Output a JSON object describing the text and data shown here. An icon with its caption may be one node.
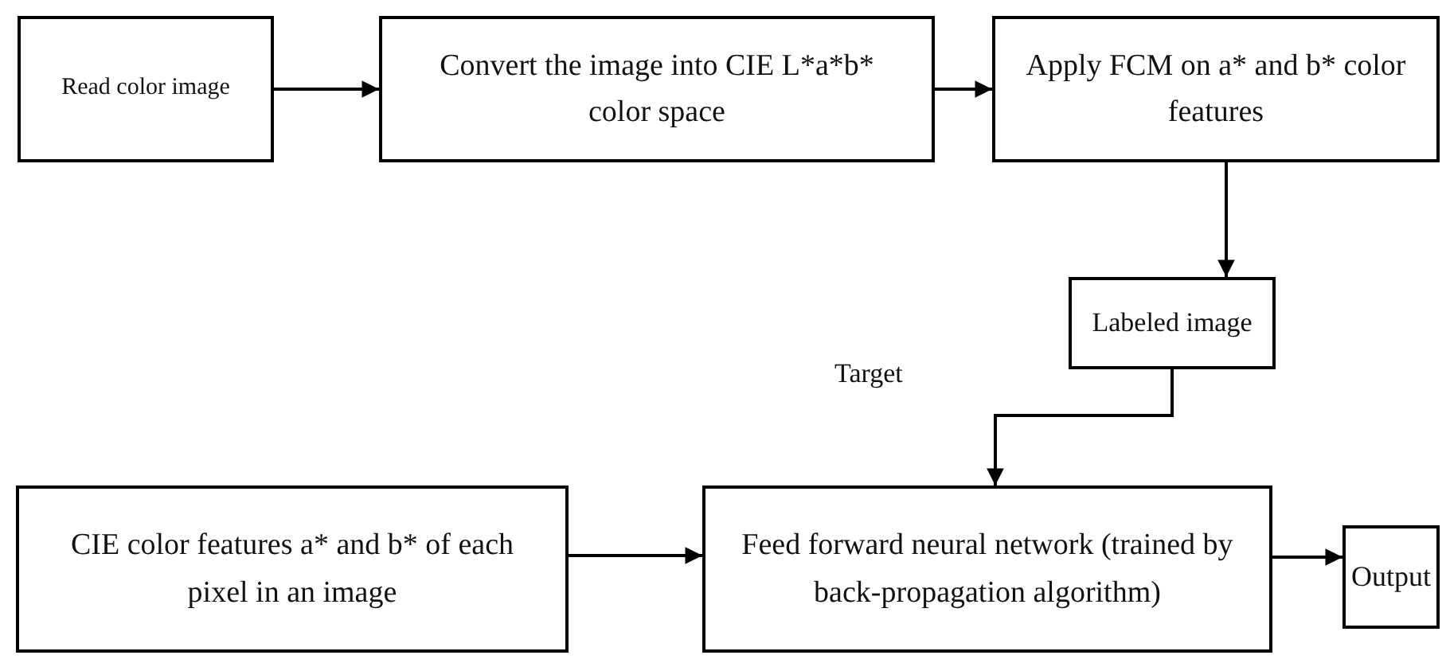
{
  "diagram": {
    "nodes": [
      {
        "text": [
          "Read color image"
        ]
      },
      {
        "text": [
          "Convert the image into CIE L*a*b* color space"
        ]
      },
      {
        "text": [
          "Apply FCM on a* and b* color features"
        ]
      },
      {
        "text": [
          "Labeled image"
        ]
      },
      {
        "text": [
          "CIE color features a* and b* of each pixel in an image"
        ]
      },
      {
        "text": [
          "Feed forward neural network (trained by back-propagation algorithm)"
        ]
      },
      {
        "text": [
          "Output"
        ]
      }
    ],
    "edges": [
      {
        "from": 0,
        "to": 1,
        "arrow": "to"
      },
      {
        "from": 1,
        "to": 2,
        "arrow": "to"
      },
      {
        "from": 2,
        "to": 3,
        "arrow": "to"
      },
      {
        "from": 3,
        "to": 5,
        "arrow": "to"
      },
      {
        "from": 4,
        "to": 5,
        "arrow": "to"
      },
      {
        "from": 5,
        "to": 6,
        "arrow": "to"
      }
    ],
    "labels": [
      "Target"
    ]
  }
}
